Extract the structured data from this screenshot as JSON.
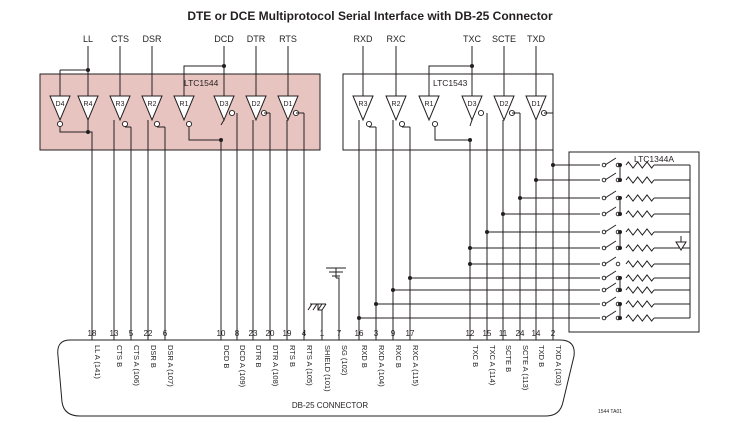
{
  "title": "DTE or DCE Multiprotocol Serial Interface with DB-25 Connector",
  "chips": {
    "left": "LTC1544",
    "right": "LTC1543",
    "term": "LTC1344A",
    "connector": "DB-25 CONNECTOR"
  },
  "top_labels": [
    "LL",
    "CTS",
    "DSR",
    "DCD",
    "DTR",
    "RTS",
    "RXD",
    "RXC",
    "TXC",
    "SCTE",
    "TXD"
  ],
  "left_gates": [
    "D4",
    "R4",
    "R3",
    "R2",
    "R1",
    "D3",
    "D2",
    "D1"
  ],
  "right_gates": [
    "R3",
    "R2",
    "R1",
    "D3",
    "D2",
    "D1"
  ],
  "pins": [
    "18",
    "13",
    "5",
    "22",
    "6",
    "10",
    "8",
    "23",
    "20",
    "19",
    "4",
    "1",
    "7",
    "16",
    "3",
    "9",
    "17",
    "12",
    "15",
    "11",
    "24",
    "14",
    "2"
  ],
  "pin_labels": [
    "LL A (141)",
    "CTS B",
    "CTS A (106)",
    "DSR B",
    "DSR A (107)",
    "DCD B",
    "DCD A (109)",
    "DTR B",
    "DTR A (108)",
    "RTS B",
    "RTS A (105)",
    "SHIELD (101)",
    "SG (102)",
    "RXD B",
    "RXD A (104)",
    "RXC B",
    "RXC A (115)",
    "TXC B",
    "TXC A (114)",
    "SCTE B",
    "SCTE A (113)",
    "TXD B",
    "TXD A (103)"
  ],
  "figure_code": "1544 TA01"
}
